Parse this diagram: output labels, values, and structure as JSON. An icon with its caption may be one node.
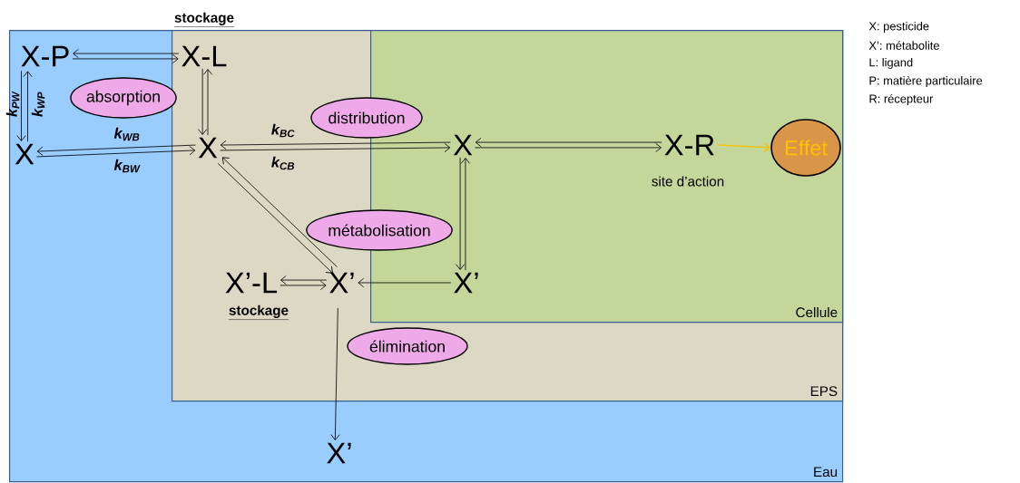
{
  "diagram": {
    "nodes": [
      {
        "text": [
          "Eau"
        ]
      },
      {
        "text": [
          "EPS"
        ],
        "in": 0
      },
      {
        "text": [
          "Cellule"
        ],
        "in": 1
      },
      {
        "text": [
          "X-P"
        ],
        "in": 0
      },
      {
        "text": [
          "X"
        ],
        "in": 0
      },
      {
        "text": [
          "X-L"
        ],
        "in": 1,
        "beside": [
          "stockage"
        ]
      },
      {
        "text": [
          "X"
        ],
        "in": 1
      },
      {
        "text": [
          "X’"
        ],
        "in": 1
      },
      {
        "text": [
          "X’-L"
        ],
        "in": 1,
        "beside": [
          "stockage"
        ]
      },
      {
        "text": [
          "X"
        ],
        "in": 2
      },
      {
        "text": [
          "X’"
        ],
        "in": 2
      },
      {
        "text": [
          "X-R"
        ],
        "in": 2,
        "beside": [
          "site d’action"
        ]
      },
      {
        "text": [
          "Effet"
        ],
        "in": 2
      },
      {
        "text": [
          "X’"
        ],
        "in": 0
      },
      {
        "text": [
          "absorption"
        ],
        "in": 0
      },
      {
        "text": [
          "distribution"
        ],
        "in": 1
      },
      {
        "text": [
          "métabolisation"
        ],
        "in": 1
      },
      {
        "text": [
          "élimination"
        ],
        "in": 1
      }
    ],
    "edges": [
      {
        "from": 3,
        "to": 4,
        "arrow": "to",
        "label": "k$_{PW}$"
      },
      {
        "from": 4,
        "to": 3,
        "arrow": "to",
        "label": "k$_{WP}$"
      },
      {
        "from": 5,
        "to": 3,
        "arrow": "to"
      },
      {
        "from": 3,
        "to": 5,
        "arrow": "to"
      },
      {
        "from": 5,
        "to": 6,
        "arrow": "to"
      },
      {
        "from": 6,
        "to": 5,
        "arrow": "to"
      },
      {
        "from": 6,
        "to": 4,
        "arrow": "to",
        "label": "k$_{WB}$"
      },
      {
        "from": 4,
        "to": 6,
        "arrow": "to",
        "label": "k$_{BW}$"
      },
      {
        "from": 9,
        "to": 6,
        "arrow": "to",
        "label": "k$_{BC}$"
      },
      {
        "from": 6,
        "to": 9,
        "arrow": "to",
        "label": "k$_{CB}$"
      },
      {
        "from": 7,
        "to": 6,
        "arrow": "to"
      },
      {
        "from": 6,
        "to": 7,
        "arrow": "to"
      },
      {
        "from": 11,
        "to": 9,
        "arrow": "to"
      },
      {
        "from": 9,
        "to": 11,
        "arrow": "to"
      },
      {
        "from": 9,
        "to": 10,
        "arrow": "to"
      },
      {
        "from": 10,
        "to": 9,
        "arrow": "to"
      },
      {
        "from": 7,
        "to": 8,
        "arrow": "to"
      },
      {
        "from": 8,
        "to": 7,
        "arrow": "to"
      },
      {
        "from": 10,
        "to": 7,
        "arrow": "to"
      },
      {
        "from": 11,
        "to": 12,
        "arrow": "to",
        "color": "#ffc000"
      },
      {
        "from": 7,
        "to": 13,
        "arrow": "to"
      }
    ],
    "labels": [
      "X: pesticide",
      "X’: métabolite",
      "L: ligand",
      "P: matière particulaire",
      "R: récepteur"
    ]
  }
}
